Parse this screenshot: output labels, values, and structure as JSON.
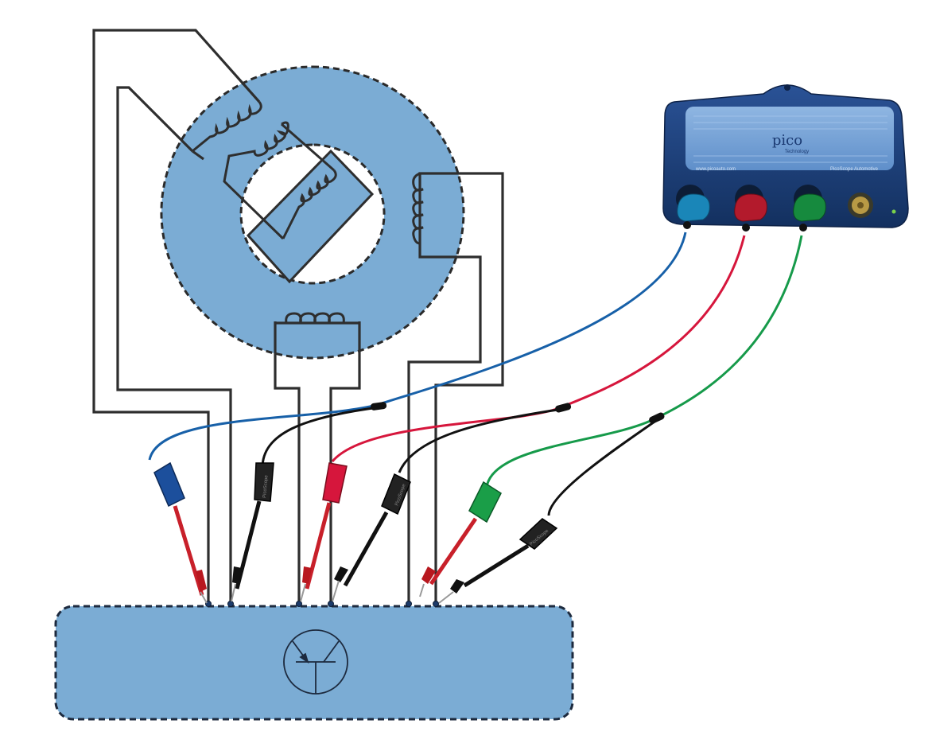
{
  "device": {
    "logo": "pico",
    "subtitle": "Technology",
    "url": "www.picoauto.com",
    "product": "PicoScope Automotive"
  },
  "probes": {
    "brand_text": "PicoScope"
  },
  "colors": {
    "fill_blue": "#7bacd4",
    "channel_blue": "#1760a8",
    "channel_red": "#d6163c",
    "channel_green": "#169a4a",
    "wire": "#2e2e2e",
    "probe_tip": "#c8202a",
    "device_body": "#1c3d78"
  },
  "icons": [
    "transistor-icon",
    "coil-icon",
    "bnc-connector-icon"
  ]
}
